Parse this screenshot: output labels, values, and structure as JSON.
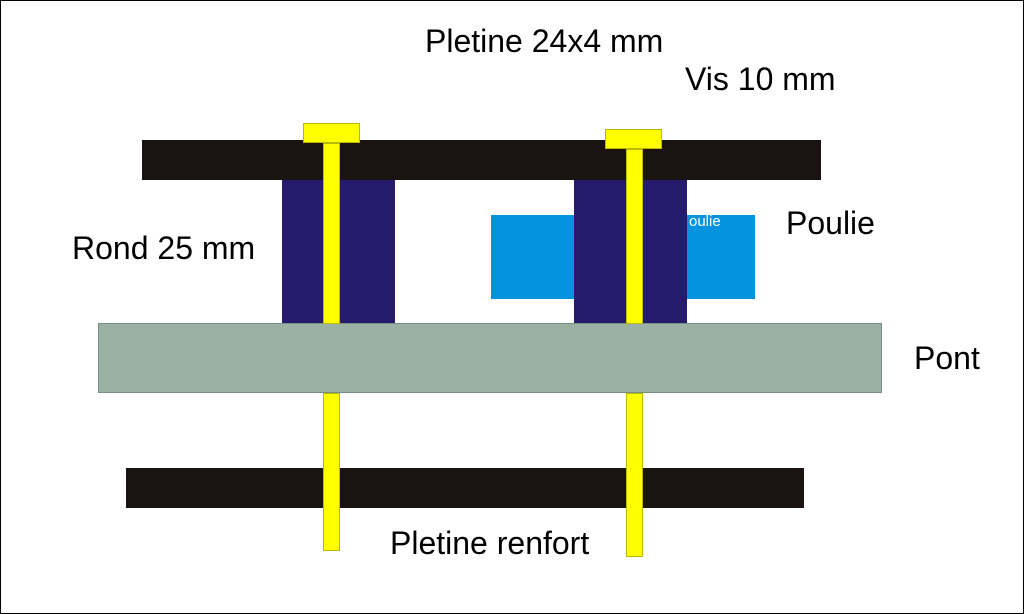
{
  "labels": {
    "pletine_top": "Pletine 24x4 mm",
    "vis": "Vis 10 mm",
    "rond": "Rond 25 mm",
    "poulie": "Poulie",
    "poulie_inner": "oulie",
    "pont": "Pont",
    "pletine_renfort": "Pletine renfort"
  },
  "colors": {
    "pletine": "#1a1311",
    "rond": "#261a6c",
    "vis": "#ffff00",
    "poulie": "#0393df",
    "pont": "#9bb1a4"
  }
}
